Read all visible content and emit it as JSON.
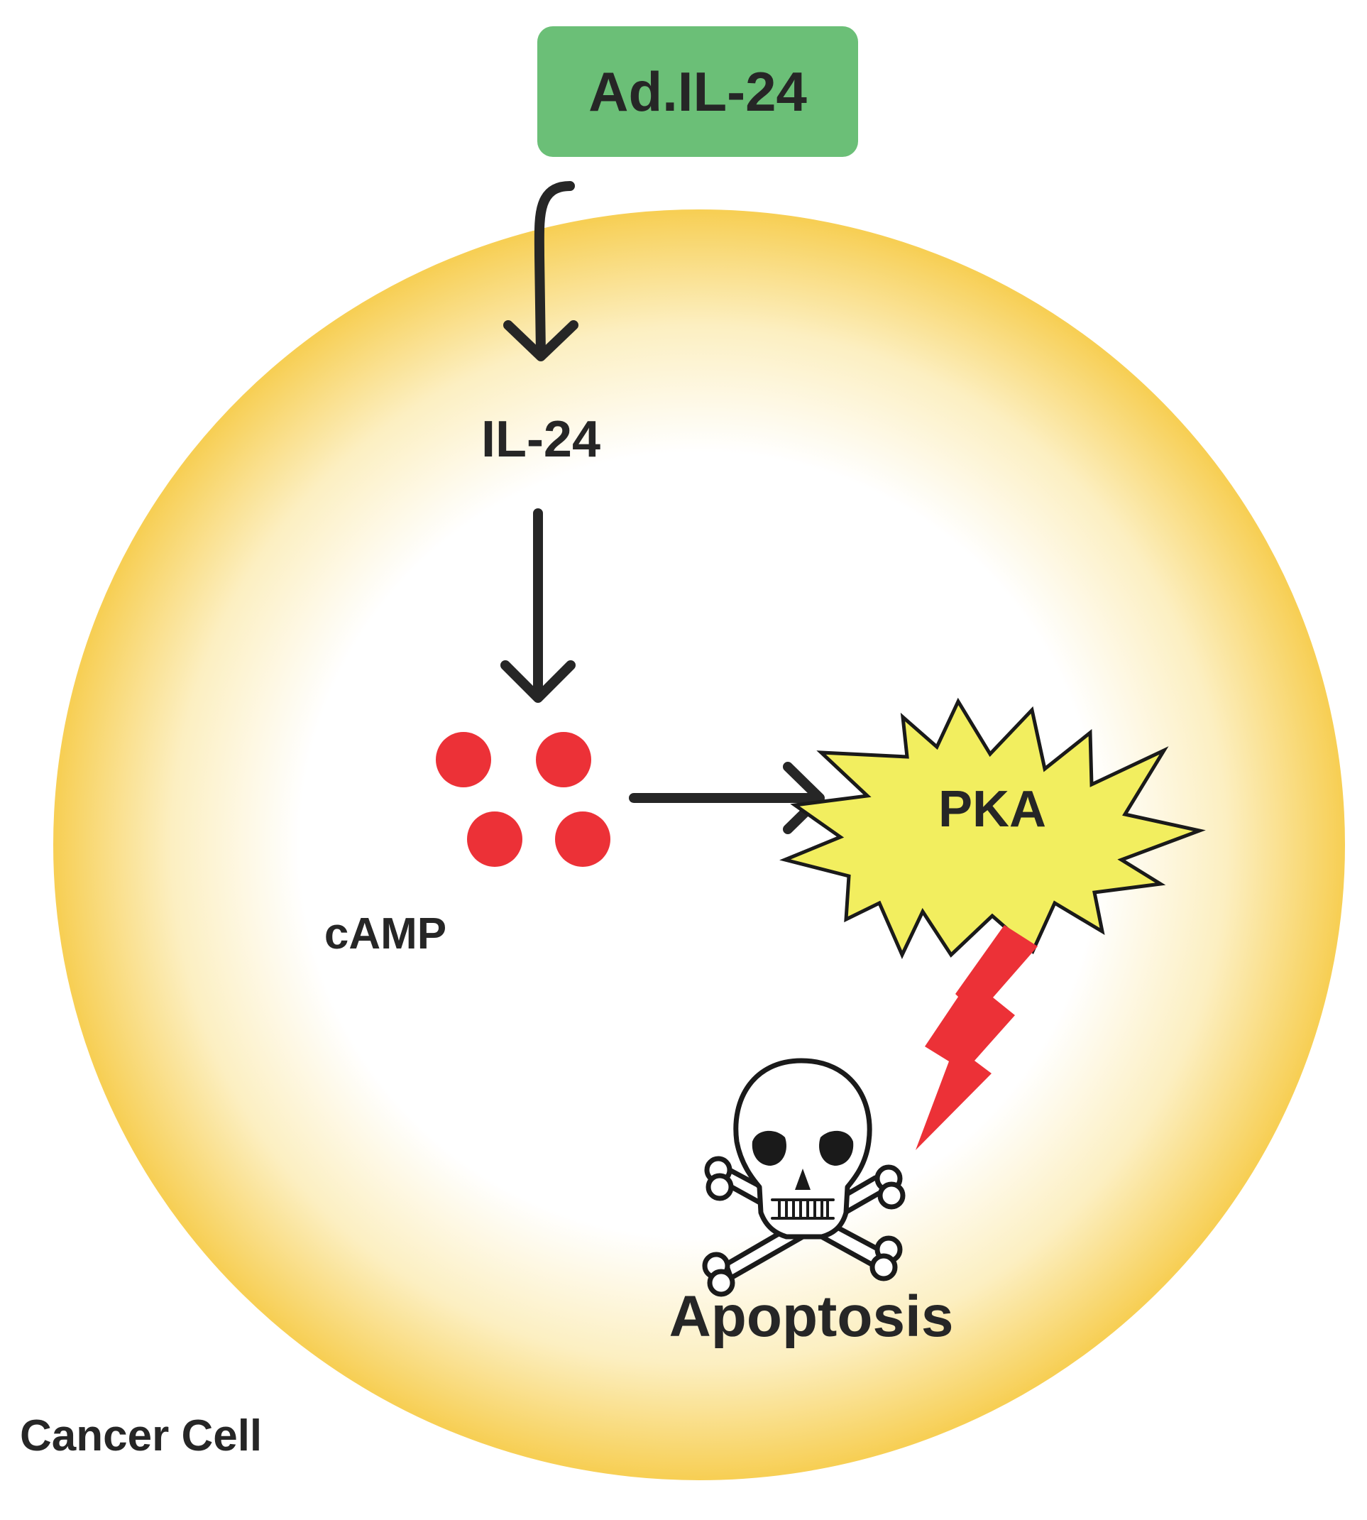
{
  "diagram": {
    "agent_label": "Ad.IL-24",
    "protein_label": "IL-24",
    "messenger_label": "cAMP",
    "kinase_label": "PKA",
    "outcome_label": "Apoptosis",
    "cell_label": "Cancer Cell"
  },
  "colors": {
    "agent_box": "#6bbf77",
    "cell_edge": "#f7cf55",
    "cell_center": "#ffffff",
    "camp_dots": "#ec3137",
    "pka_burst": "#f2ee5f",
    "lightning": "#ec3137",
    "arrows": "#262626"
  },
  "icons": [
    "skull-crossbones-icon",
    "lightning-bolt-icon"
  ]
}
